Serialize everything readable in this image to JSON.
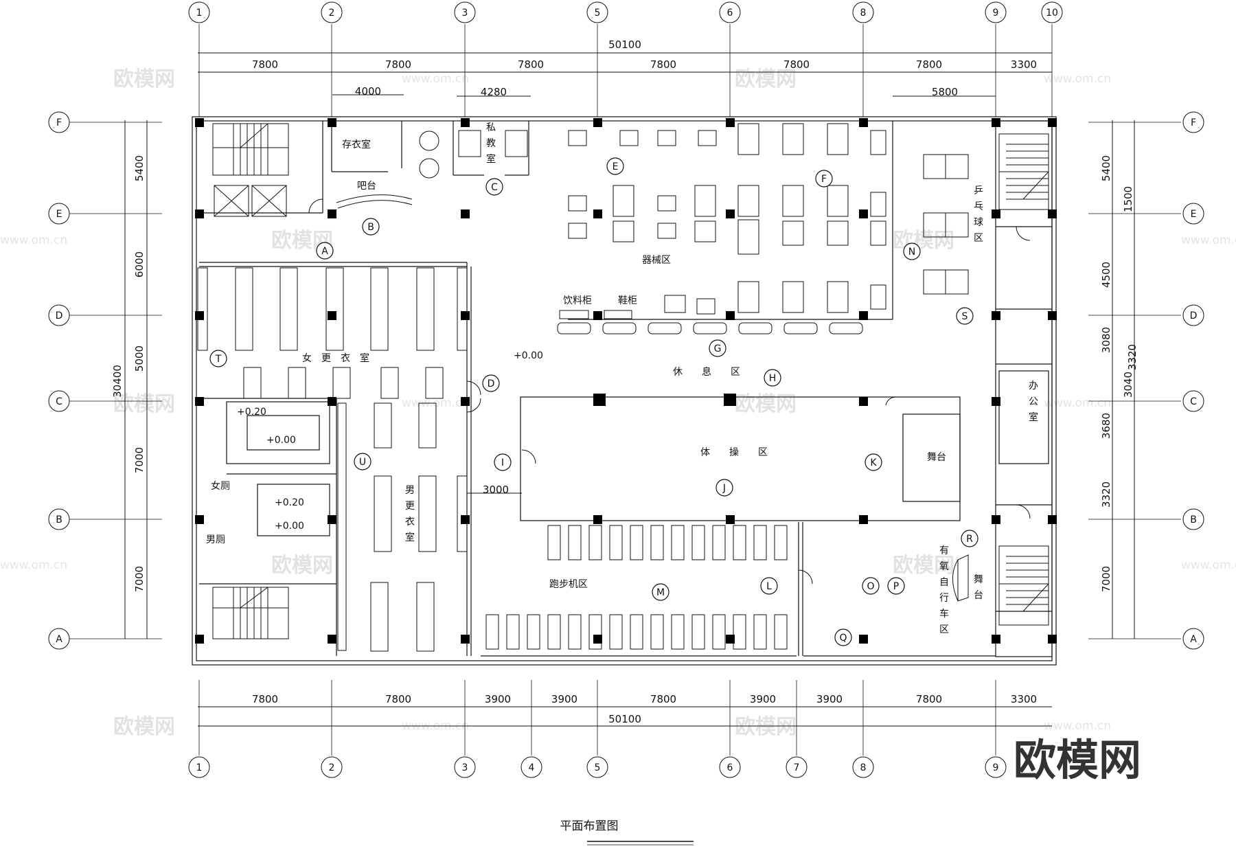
{
  "drawing": {
    "title": "平面布置图",
    "logo": "欧模网",
    "watermark_text": "欧模网",
    "watermark_url": "www.om.cn",
    "axes_columns": [
      "1",
      "2",
      "3",
      "5",
      "6",
      "8",
      "9",
      "10"
    ],
    "axes_columns_bottom": [
      "1",
      "2",
      "3",
      "4",
      "5",
      "6",
      "7",
      "8",
      "9"
    ],
    "axes_rows": [
      "F",
      "E",
      "D",
      "C",
      "B",
      "A"
    ],
    "dims_top_total": "50100",
    "dims_top": [
      "7800",
      "7800",
      "7800",
      "7800",
      "7800",
      "7800",
      "3300"
    ],
    "dims_top_sub": [
      "4000",
      "4280",
      "5800"
    ],
    "dims_bottom": [
      "7800",
      "7800",
      "3900",
      "3900",
      "7800",
      "3900",
      "3900",
      "7800",
      "3300"
    ],
    "dims_bottom_total": "50100",
    "dims_left": [
      "5400",
      "6000",
      "5000",
      "7000",
      "7000"
    ],
    "dims_left_total": "30400",
    "dims_right": [
      "5400",
      "1500",
      "4500",
      "3080",
      "3040",
      "3680",
      "3320",
      "7000"
    ],
    "dims_right_extra": "3320",
    "dim_corridor": "3000",
    "level_labels": [
      "+0.00",
      "+0.20",
      "+0.00",
      "+0.20",
      "+0.00"
    ]
  },
  "rooms": {
    "coat_room": "存衣室",
    "bar": "吧台",
    "private": [
      "私",
      "教",
      "室"
    ],
    "equipment_zone": "器械区",
    "drinks": "饮料柜",
    "lockers": "鞋柜",
    "pingpong": [
      "乒",
      "乓",
      "球",
      "区"
    ],
    "women_locker": [
      "女",
      "更",
      "衣",
      "室"
    ],
    "rest": [
      "休",
      "息",
      "区"
    ],
    "office": [
      "办",
      "公",
      "室"
    ],
    "gymnastics": [
      "体",
      "操",
      "区"
    ],
    "stage": "舞台",
    "women_wc": "女厕",
    "men_wc": "男厕",
    "men_locker": [
      "男",
      "更",
      "衣",
      "室"
    ],
    "treadmill": "跑步机区",
    "aerobic": [
      "有",
      "氧",
      "自",
      "行",
      "车",
      "区"
    ],
    "stage2": [
      "舞",
      "台"
    ]
  },
  "view_markers": [
    "A",
    "B",
    "C",
    "D",
    "E",
    "F",
    "G",
    "H",
    "I",
    "J",
    "K",
    "L",
    "M",
    "N",
    "O",
    "P",
    "Q",
    "R",
    "S",
    "T",
    "U"
  ],
  "colors": {
    "line": "#111111",
    "watermark": "#e2e2e2",
    "column": "#000000"
  }
}
